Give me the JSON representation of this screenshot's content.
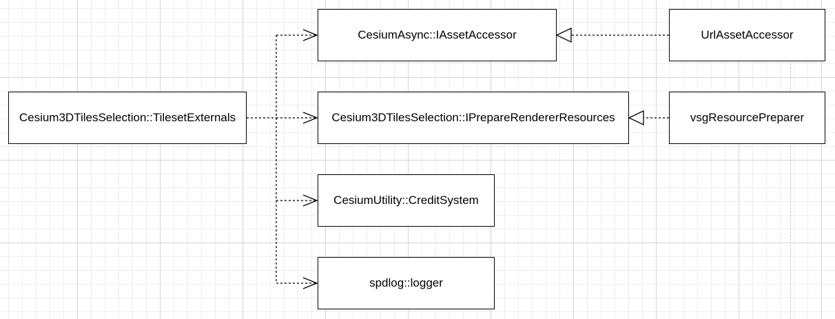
{
  "diagram": {
    "classes": {
      "tileset_externals": "Cesium3DTilesSelection::TilesetExternals",
      "asset_accessor": "CesiumAsync::IAssetAccessor",
      "url_asset_accessor": "UrlAssetAccessor",
      "prepare_renderer_resources": "Cesium3DTilesSelection::IPrepareRendererResources",
      "vsg_resource_preparer": "vsgResourcePreparer",
      "credit_system": "CesiumUtility::CreditSystem",
      "logger": "spdlog::logger"
    },
    "dependencies": [
      {
        "from": "Cesium3DTilesSelection::TilesetExternals",
        "to": "CesiumAsync::IAssetAccessor",
        "kind": "dependency"
      },
      {
        "from": "Cesium3DTilesSelection::TilesetExternals",
        "to": "Cesium3DTilesSelection::IPrepareRendererResources",
        "kind": "dependency"
      },
      {
        "from": "Cesium3DTilesSelection::TilesetExternals",
        "to": "CesiumUtility::CreditSystem",
        "kind": "dependency"
      },
      {
        "from": "Cesium3DTilesSelection::TilesetExternals",
        "to": "spdlog::logger",
        "kind": "dependency"
      }
    ],
    "realizations": [
      {
        "from": "UrlAssetAccessor",
        "to": "CesiumAsync::IAssetAccessor",
        "kind": "realization"
      },
      {
        "from": "vsgResourcePreparer",
        "to": "Cesium3DTilesSelection::IPrepareRendererResources",
        "kind": "realization"
      }
    ]
  }
}
